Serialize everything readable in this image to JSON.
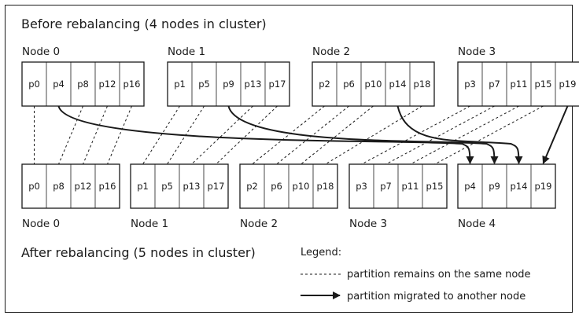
{
  "diagram": {
    "title_before": "Before rebalancing (4 nodes in cluster)",
    "title_after": "After rebalancing (5 nodes in cluster)",
    "before_nodes": [
      {
        "label": "Node 0",
        "partitions": [
          "p0",
          "p4",
          "p8",
          "p12",
          "p16"
        ]
      },
      {
        "label": "Node 1",
        "partitions": [
          "p1",
          "p5",
          "p9",
          "p13",
          "p17"
        ]
      },
      {
        "label": "Node 2",
        "partitions": [
          "p2",
          "p6",
          "p10",
          "p14",
          "p18"
        ]
      },
      {
        "label": "Node 3",
        "partitions": [
          "p3",
          "p7",
          "p11",
          "p15",
          "p19"
        ]
      }
    ],
    "after_nodes": [
      {
        "label": "Node 0",
        "partitions": [
          "p0",
          "p8",
          "p12",
          "p16"
        ]
      },
      {
        "label": "Node 1",
        "partitions": [
          "p1",
          "p5",
          "p13",
          "p17"
        ]
      },
      {
        "label": "Node 2",
        "partitions": [
          "p2",
          "p6",
          "p10",
          "p18"
        ]
      },
      {
        "label": "Node 3",
        "partitions": [
          "p3",
          "p7",
          "p11",
          "p15"
        ]
      },
      {
        "label": "Node 4",
        "partitions": [
          "p4",
          "p9",
          "p14",
          "p19"
        ]
      }
    ],
    "legend": {
      "title": "Legend:",
      "dashed_label": "partition remains on the same node",
      "arrow_label": "partition migrated to another node"
    }
  }
}
